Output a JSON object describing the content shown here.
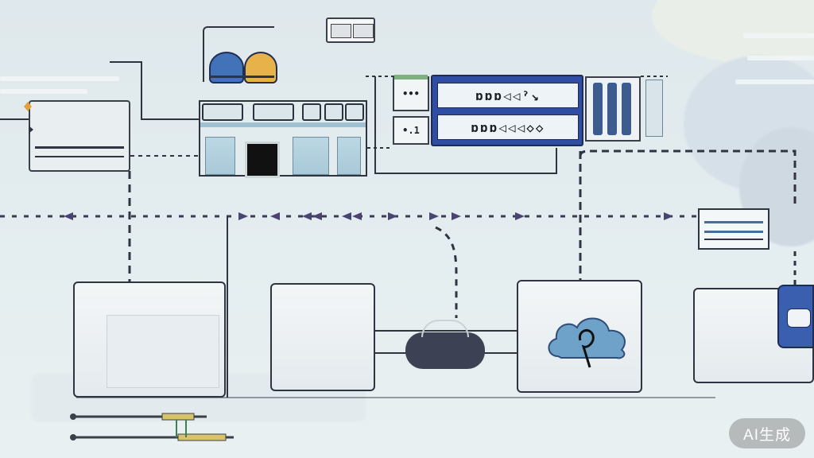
{
  "diagram": {
    "kind": "network-topology",
    "nodes": [
      {
        "id": "left-device",
        "icon": "monitor-icon"
      },
      {
        "id": "server-rack",
        "icon": "server-rack-icon"
      },
      {
        "id": "users",
        "icon": "users-icon"
      },
      {
        "id": "access-point",
        "icon": "access-point-icon"
      },
      {
        "id": "core-switch",
        "icon": "network-switch-icon"
      },
      {
        "id": "switch-ports",
        "icon": "port-panel-icon"
      },
      {
        "id": "storage",
        "icon": "storage-icon"
      },
      {
        "id": "workstation-a",
        "icon": "workstation-icon"
      },
      {
        "id": "workstation-b",
        "icon": "workstation-icon"
      },
      {
        "id": "cloud-gateway",
        "icon": "cloud-gateway-icon"
      },
      {
        "id": "cloud-service",
        "icon": "cloud-icon"
      },
      {
        "id": "router",
        "icon": "router-icon"
      },
      {
        "id": "cables",
        "icon": "cable-icon"
      }
    ],
    "switch_rows": [
      "ɒɒɒ◁◁ˀ↘",
      "ɒɒɒ◁◁◁◇◇"
    ],
    "port_labels": [
      "•••",
      "•.1"
    ],
    "colors": {
      "accent": "#2f4ea3",
      "line": "#2f3440",
      "dash": "#3d3a52",
      "panel": "#e4eaee",
      "cloud": "#4e84b5"
    }
  },
  "watermark": {
    "label": "AI生成"
  }
}
